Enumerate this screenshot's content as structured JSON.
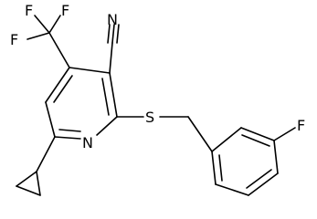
{
  "molecule": {
    "atom_labels": {
      "fluorine_top_left": "F",
      "fluorine_top_right": "F",
      "fluorine_left": "F",
      "nitrile_nitrogen": "N",
      "ring_nitrogen": "N",
      "sulfur": "S",
      "fluorine_aryl": "F"
    }
  }
}
